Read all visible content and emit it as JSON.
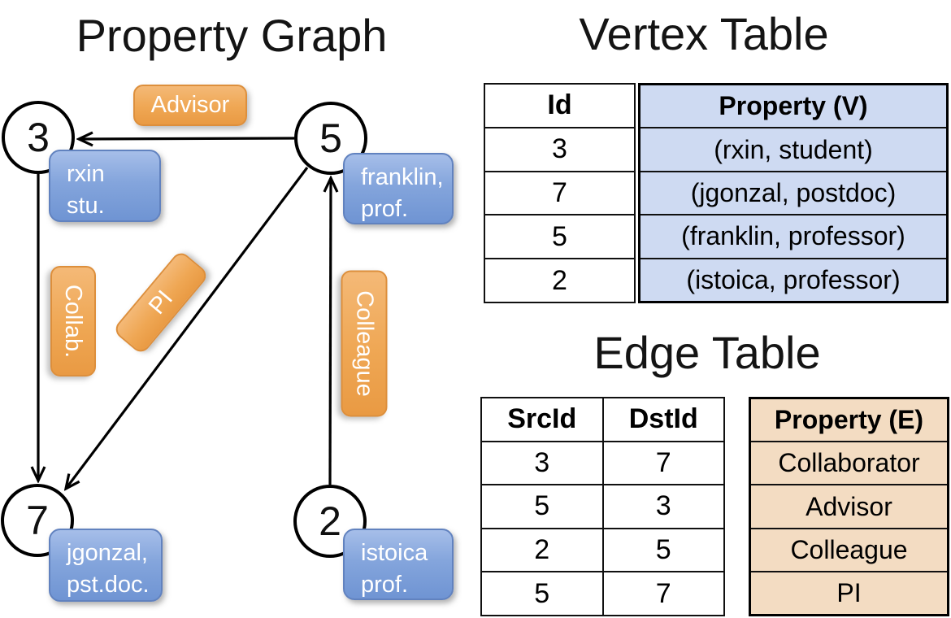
{
  "titles": {
    "graph": "Property Graph",
    "vertex_table": "Vertex Table",
    "edge_table": "Edge Table"
  },
  "graph": {
    "nodes": [
      {
        "id": "3",
        "property": [
          "rxin",
          "stu."
        ]
      },
      {
        "id": "5",
        "property": [
          "franklin,",
          "prof."
        ]
      },
      {
        "id": "7",
        "property": [
          "jgonzal,",
          "pst.doc."
        ]
      },
      {
        "id": "2",
        "property": [
          "istoica",
          "prof."
        ]
      }
    ],
    "edge_labels": {
      "advisor": "Advisor",
      "collab": "Collab.",
      "pi": "PI",
      "colleague": "Colleague"
    },
    "edges": [
      {
        "src": "5",
        "dst": "3",
        "label": "Advisor"
      },
      {
        "src": "3",
        "dst": "7",
        "label": "Collab."
      },
      {
        "src": "5",
        "dst": "7",
        "label": "PI"
      },
      {
        "src": "2",
        "dst": "5",
        "label": "Colleague"
      }
    ]
  },
  "vertex_table": {
    "headers": {
      "id": "Id",
      "property": "Property (V)"
    },
    "rows": [
      {
        "id": "3",
        "property": "(rxin, student)"
      },
      {
        "id": "7",
        "property": "(jgonzal, postdoc)"
      },
      {
        "id": "5",
        "property": "(franklin, professor)"
      },
      {
        "id": "2",
        "property": "(istoica, professor)"
      }
    ]
  },
  "edge_table": {
    "headers": {
      "src": "SrcId",
      "dst": "DstId",
      "property": "Property (E)"
    },
    "rows": [
      {
        "src": "3",
        "dst": "7",
        "property": "Collaborator"
      },
      {
        "src": "5",
        "dst": "3",
        "property": "Advisor"
      },
      {
        "src": "2",
        "dst": "5",
        "property": "Colleague"
      },
      {
        "src": "5",
        "dst": "7",
        "property": "PI"
      }
    ]
  },
  "colors": {
    "edge_label_orange": "#EFA754",
    "vertex_property_blue": "#84A5DC",
    "vertex_table_fill": "#CEDAF2",
    "edge_table_fill": "#F3DCC2",
    "line": "#000000"
  }
}
